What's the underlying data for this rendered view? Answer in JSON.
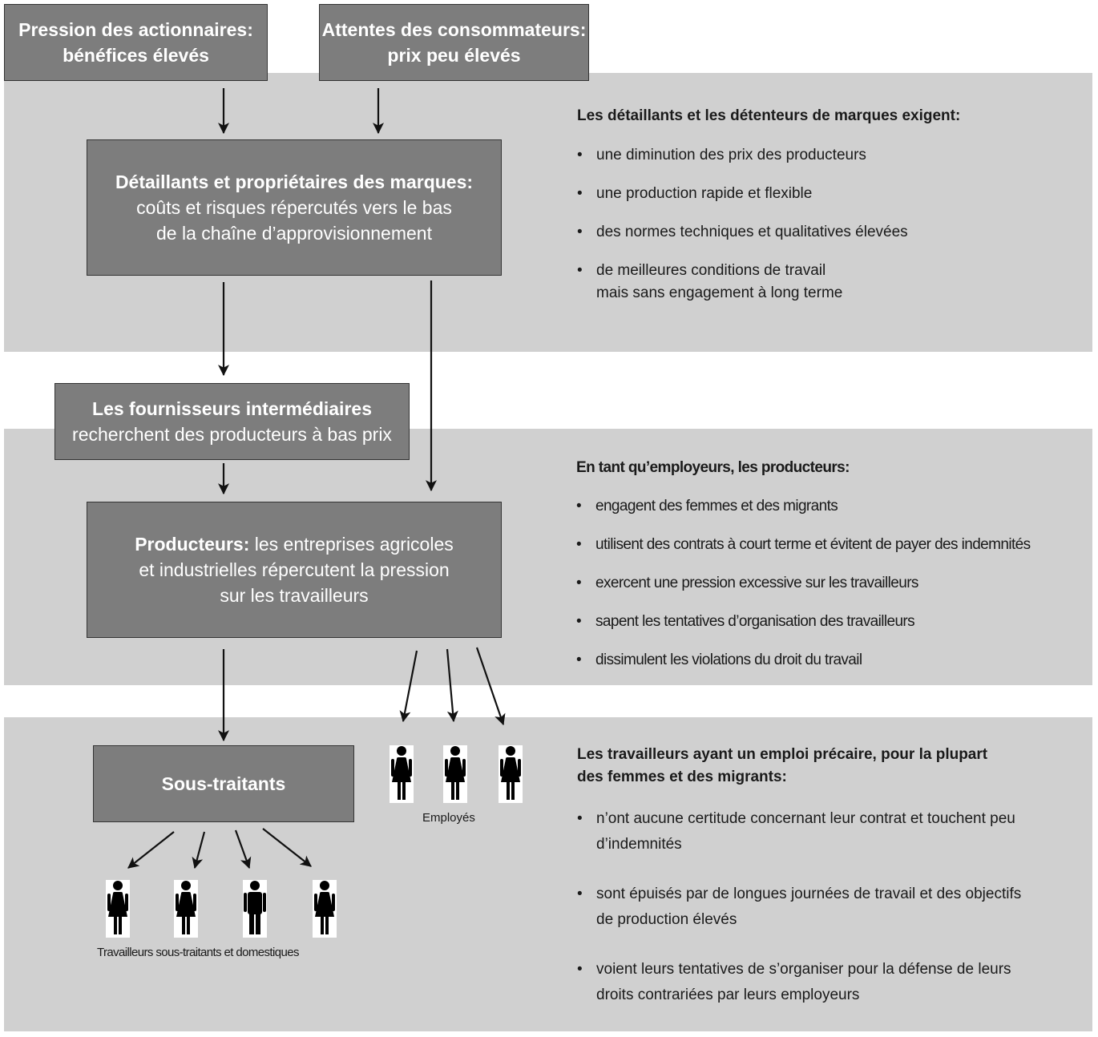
{
  "boxes": {
    "shareholders": {
      "line1": "Pression des actionnaires:",
      "line2": "bénéfices élevés"
    },
    "consumers": {
      "line1": "Attentes des consommateurs:",
      "line2": "prix peu élevés"
    },
    "retailers": {
      "title": "Détaillants et propriétaires des marques:",
      "line1": "coûts et risques répercutés vers le bas",
      "line2": "de la chaîne d’approvisionnement"
    },
    "suppliers": {
      "title": "Les fournisseurs intermédiaires",
      "line1": "recherchent des producteurs à bas prix"
    },
    "producers": {
      "title": "Producteurs:",
      "line1": " les entreprises agricoles",
      "line2": "et industrielles répercutent la pression",
      "line3": "sur les travailleurs"
    },
    "subcontractors": {
      "title": "Sous-traitants"
    }
  },
  "panels": {
    "retailers": {
      "title": "Les détaillants et les détenteurs de marques exigent:",
      "items": [
        "une diminution des prix des producteurs",
        "une production rapide et flexible",
        "des normes techniques et qualitatives élevées",
        "de meilleures conditions de travail"
      ],
      "item_extra": "mais sans engagement à long terme"
    },
    "producers": {
      "title": "En tant qu’employeurs, les producteurs:",
      "items": [
        "engagent des femmes et des migrants",
        "utilisent des contrats à court terme et évitent de payer des indemnités",
        "exercent une pression excessive sur les travailleurs",
        "sapent les tentatives d’organisation des travailleurs",
        "dissimulent les violations du droit du travail"
      ]
    },
    "workers": {
      "title_line1": "Les travailleurs ayant un emploi précaire, pour la plupart",
      "title_line2": "des femmes et des migrants:",
      "items": [
        {
          "line1": "n’ont aucune certitude concernant leur contrat et touchent peu",
          "line2": "d’indemnités"
        },
        {
          "line1": "sont épuisés par de longues journées de travail et des objectifs",
          "line2": "de production élevés"
        },
        {
          "line1": "voient leurs tentatives de s’organiser pour la défense de leurs",
          "line2": "droits contrariées par leurs employeurs"
        }
      ]
    }
  },
  "captions": {
    "employees": "Employés",
    "subcontracted_workers": "Travailleurs sous-traitants et domestiques"
  },
  "colors": {
    "band": "#d0d0d0",
    "box": "#7d7d7d",
    "arrow": "#111111"
  }
}
